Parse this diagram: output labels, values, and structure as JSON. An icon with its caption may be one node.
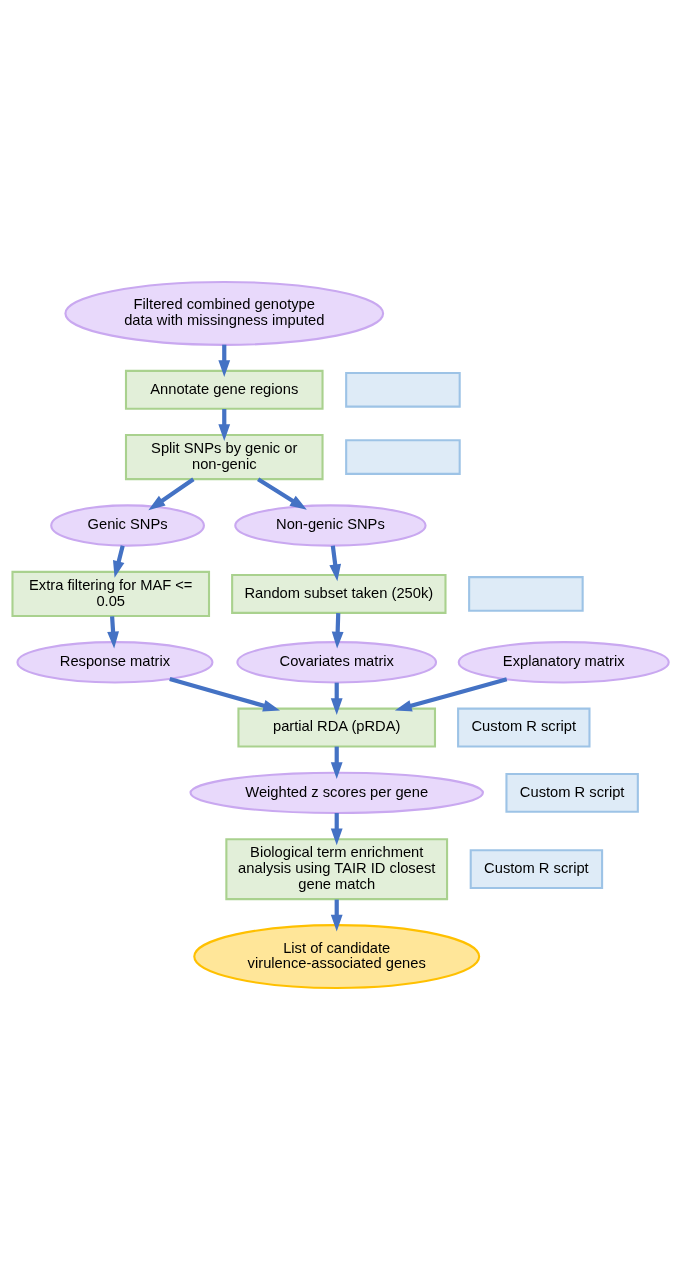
{
  "diagram": {
    "nodes": [
      {
        "text": [
          "Filtered combined genotype data with missingness imputed"
        ]
      },
      {
        "text": [
          "Annotate gene regions"
        ]
      },
      {
        "text": [],
        "shape": "box"
      },
      {
        "text": [
          "Split SNPs by genic or non-genic"
        ]
      },
      {
        "text": [],
        "shape": "box"
      },
      {
        "text": [
          "Genic SNPs"
        ]
      },
      {
        "text": [
          "Non-genic SNPs"
        ]
      },
      {
        "text": [
          "Extra filtering for MAF <= 0.05"
        ]
      },
      {
        "text": [
          "Random subset taken (250k)"
        ]
      },
      {
        "text": [],
        "shape": "box"
      },
      {
        "text": [
          "Response matrix"
        ]
      },
      {
        "text": [
          "Covariates matrix"
        ]
      },
      {
        "text": [
          "Explanatory matrix"
        ]
      },
      {
        "text": [
          "partial RDA (pRDA)"
        ]
      },
      {
        "text": [
          "Custom R script"
        ]
      },
      {
        "text": [
          "Weighted z scores per gene"
        ]
      },
      {
        "text": [
          "Custom R script"
        ]
      },
      {
        "text": [
          "Biological term enrichment analysis using TAIR ID closest gene match"
        ]
      },
      {
        "text": [
          "Custom R script"
        ]
      },
      {
        "text": [
          "List of candidate virulence-associated genes"
        ]
      }
    ],
    "edges": [
      {
        "from": 0,
        "to": 1,
        "arrow": "to"
      },
      {
        "from": 1,
        "to": 3,
        "arrow": "to"
      },
      {
        "from": 3,
        "to": 5,
        "arrow": "to"
      },
      {
        "from": 3,
        "to": 6,
        "arrow": "to"
      },
      {
        "from": 5,
        "to": 7,
        "arrow": "to"
      },
      {
        "from": 6,
        "to": 8,
        "arrow": "to"
      },
      {
        "from": 7,
        "to": 10,
        "arrow": "to"
      },
      {
        "from": 8,
        "to": 11,
        "arrow": "to"
      },
      {
        "from": 10,
        "to": 13,
        "arrow": "to"
      },
      {
        "from": 11,
        "to": 13,
        "arrow": "to"
      },
      {
        "from": 12,
        "to": 13,
        "arrow": "to"
      },
      {
        "from": 13,
        "to": 15,
        "arrow": "to"
      },
      {
        "from": 15,
        "to": 17,
        "arrow": "to"
      },
      {
        "from": 17,
        "to": 19,
        "arrow": "to"
      }
    ]
  }
}
